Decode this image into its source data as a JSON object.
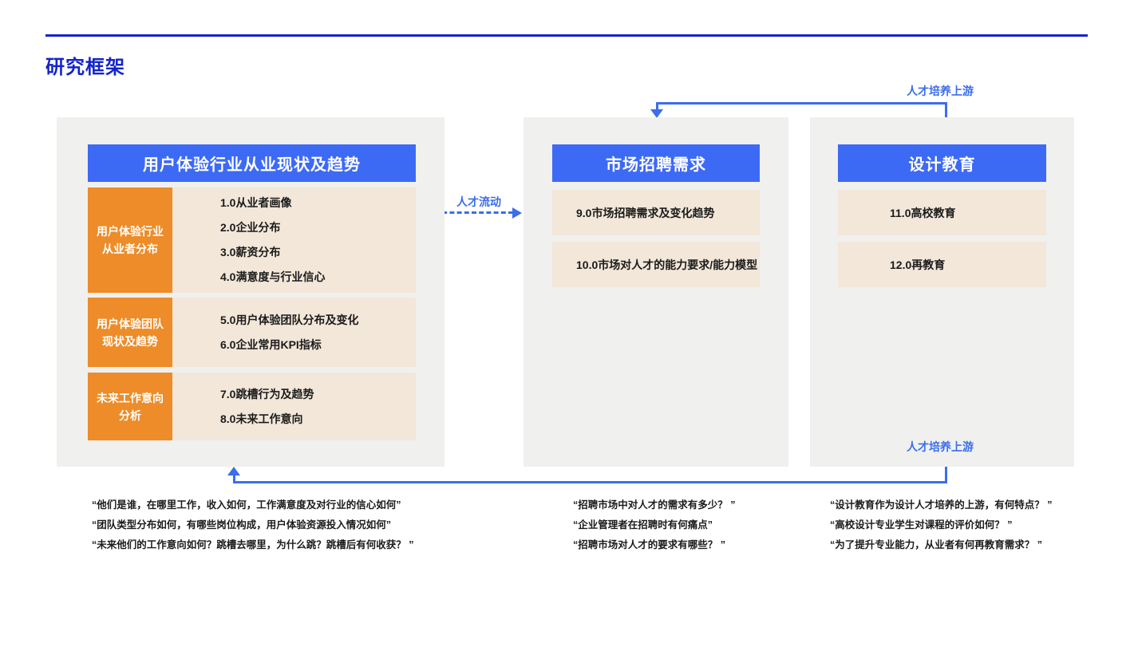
{
  "title": "研究框架",
  "colors": {
    "title_blue": "#1423CC",
    "header_blue": "#3D6AF5",
    "orange": "#ED8C28",
    "beige": "#F2E7D9",
    "panel_gray": "#F0F0EE",
    "arrow_blue": "#3B6EEA",
    "text_dark": "#1B1B1B"
  },
  "arrows": {
    "top_label": "人才培养上游",
    "flow_label": "人才流动",
    "bottom_label": "人才培养上游"
  },
  "left_panel": {
    "header": "用户体验行业从业现状及趋势",
    "rows": [
      {
        "label1": "用户体验行业",
        "label2": "从业者分布",
        "items": [
          "1.0从业者画像",
          "2.0企业分布",
          "3.0薪资分布",
          "4.0满意度与行业信心"
        ]
      },
      {
        "label1": "用户体验团队",
        "label2": "现状及趋势",
        "items": [
          "5.0用户体验团队分布及变化",
          "6.0企业常用KPI指标"
        ]
      },
      {
        "label1": "未来工作意向",
        "label2": "分析",
        "items": [
          "7.0跳槽行为及趋势",
          "8.0未来工作意向"
        ]
      }
    ]
  },
  "middle_panel": {
    "header": "市场招聘需求",
    "items": [
      "9.0市场招聘需求及变化趋势",
      "10.0市场对人才的能力要求/能力模型"
    ]
  },
  "right_panel": {
    "header": "设计教育",
    "items": [
      "11.0高校教育",
      "12.0再教育"
    ]
  },
  "quotes": {
    "left": [
      "“他们是谁，在哪里工作，收入如何，工作满意度及对行业的信心如何”",
      "“团队类型分布如何，有哪些岗位构成，用户体验资源投入情况如何”",
      "“未来他们的工作意向如何？跳槽去哪里，为什么跳？跳槽后有何收获？ ”"
    ],
    "middle": [
      "“招聘市场中对人才的需求有多少？ ”",
      "“企业管理者在招聘时有何痛点”",
      "“招聘市场对人才的要求有哪些？ ”"
    ],
    "right": [
      "“设计教育作为设计人才培养的上游，有何特点？ ”",
      "“高校设计专业学生对课程的评价如何？ ”",
      "“为了提升专业能力，从业者有何再教育需求？ ”"
    ]
  }
}
